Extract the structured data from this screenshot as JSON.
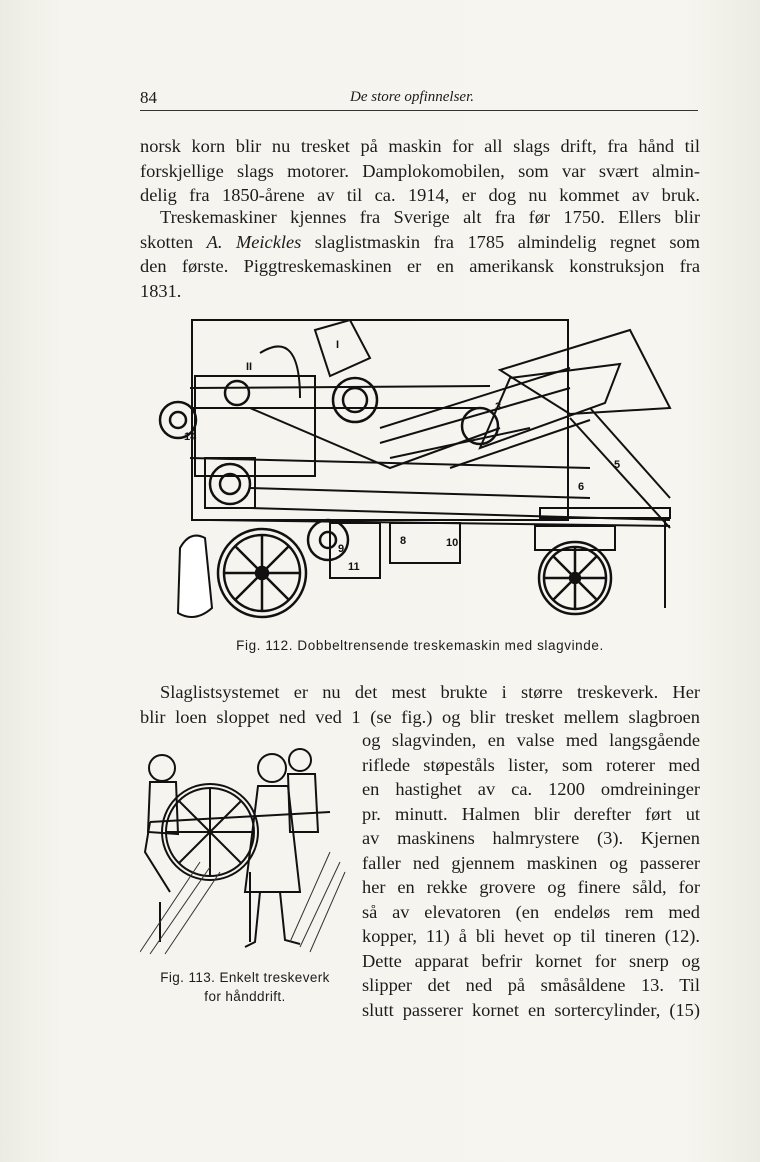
{
  "header": {
    "page_number": "84",
    "running_title": "De store opfinnelser."
  },
  "paragraph1": [
    "norsk korn blir nu tresket på maskin for all slags drift, fra hånd til",
    "forskjellige slags motorer. Damplokomobilen, som var svært almin-",
    "delig fra 1850-årene av til ca. 1914, er dog nu kommet av bruk."
  ],
  "paragraph2": {
    "line1": "Treskemaskiner kjennes fra Sverige alt fra før 1750. Ellers blir",
    "line2_pre": "skotten ",
    "line2_name": "A. Meickles",
    "line2_post": " slaglistmaskin fra 1785 almindelig regnet som",
    "line3": "den første. Piggtreskemaskinen er en amerikansk konstruksjon fra",
    "line4": "1831."
  },
  "figure112": {
    "caption": "Fig. 112. Dobbeltrensende treskemaskin med slagvinde.",
    "labels": [
      "I",
      "II",
      "3",
      "14",
      "5",
      "6",
      "8",
      "9",
      "10",
      "11"
    ]
  },
  "paragraph3": [
    "Slaglistsystemet er nu det mest brukte i større treskeverk. Her",
    "blir loen sloppet ned ved 1 (se fig.) og blir tresket mellem slagbroen"
  ],
  "paragraph4": [
    "og slagvinden, en valse med langsgående",
    "riflede støpeståls lister, som roterer med",
    "en hastighet av ca. 1200 omdreininger",
    "pr. minutt. Halmen blir derefter ført ut",
    "av maskinens halmrystere (3). Kjernen",
    "faller ned gjennem maskinen og passerer",
    "her en rekke grovere og finere såld, for",
    "så av elevatoren (en endeløs rem med",
    "kopper, 11) å bli hevet op til tineren (12).",
    "Dette apparat befrir kornet for snerp og",
    "slipper det ned på småsåldene 13. Til",
    "slutt passerer kornet en sortercylinder, (15)"
  ],
  "figure113": {
    "caption_line1": "Fig. 113. Enkelt treskeverk",
    "caption_line2": "for hånddrift."
  }
}
